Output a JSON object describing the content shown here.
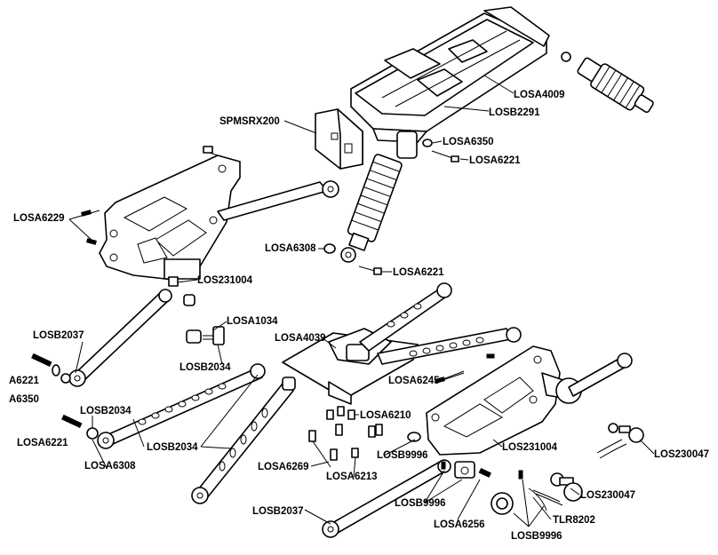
{
  "labels": {
    "losa4009": "LOSA4009",
    "losb2291": "LOSB2291",
    "spmsrx200": "SPMSRX200",
    "losa6350_top": "LOSA6350",
    "losa6221_top": "LOSA6221",
    "losa6229": "LOSA6229",
    "losa6308_mid": "LOSA6308",
    "losa6221_mid": "LOSA6221",
    "los231004_left": "LOS231004",
    "losa1034": "LOSA1034",
    "losb2037_left": "LOSB2037",
    "losa4039": "LOSA4039",
    "losa6221_left": "A6221",
    "losa6350_left": "A6350",
    "losb2034_a": "LOSB2034",
    "losa6245": "LOSA6245",
    "losb2034_b": "LOSB2034",
    "losa6210": "LOSA6210",
    "losa6221_bottom": "LOSA6221",
    "losb2034_c": "LOSB2034",
    "losb9996_a": "LOSB9996",
    "los231004_right": "LOS231004",
    "los230047_a": "LOS230047",
    "losa6308_bottom": "LOSA6308",
    "losa6269": "LOSA6269",
    "losa6213": "LOSA6213",
    "losb9996_b": "LOSB9996",
    "los230047_b": "LOS230047",
    "losb2037_bottom": "LOSB2037",
    "losa6256": "LOSA6256",
    "tlr8202": "TLR8202",
    "losb9996_c": "LOSB9996"
  }
}
